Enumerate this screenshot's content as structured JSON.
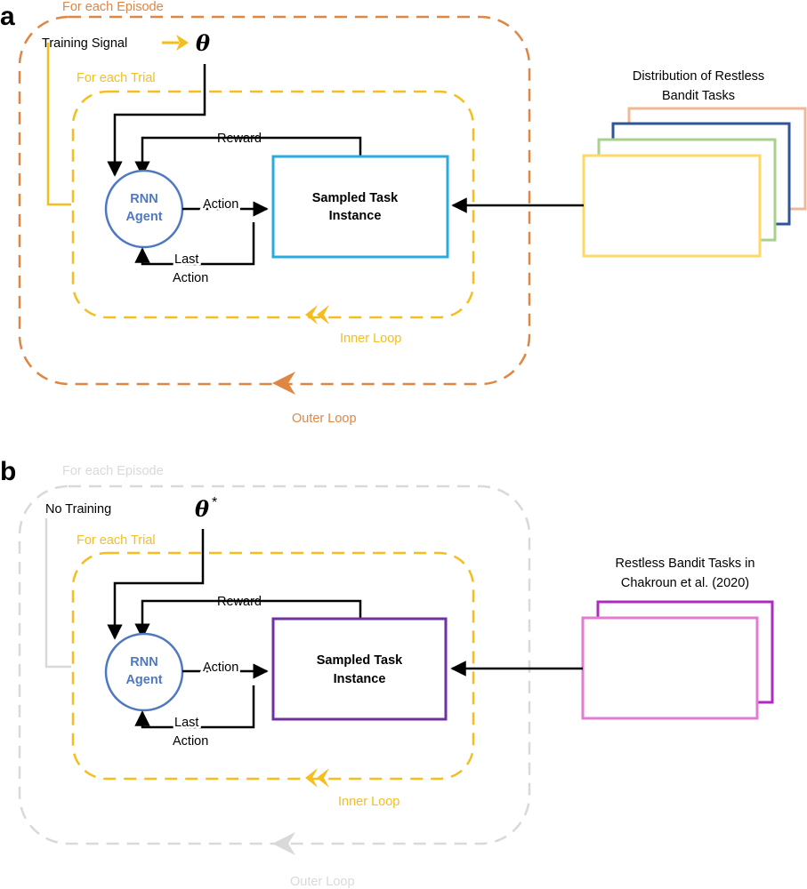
{
  "colors": {
    "episode_orange": "#de8643",
    "trial_yellow": "#f6bd1e",
    "agent_blue": "#4e78c0",
    "task_cyan": "#29abe2",
    "task_purple": "#7030a0",
    "faded_gray": "#d9d9d9",
    "dist_peach": "#f2b896",
    "dist_navy": "#2f5597",
    "dist_green": "#a9d18e",
    "dist_yellow": "#ffd966",
    "paper_magenta": "#b02ac0",
    "paper_pink": "#e27bd3"
  },
  "panel_a": {
    "letter": "a",
    "episode_label": "For each Episode",
    "training_label": "Training Signal",
    "theta": "θ",
    "trial_label": "For each Trial",
    "reward_label": "Reward",
    "agent_line1": "RNN",
    "agent_line2": "Agent",
    "action_label": "Action",
    "last_action_line1": "Last",
    "last_action_line2": "Action",
    "task_line1": "Sampled Task",
    "task_line2": "Instance",
    "inner_loop_label": "Inner Loop",
    "outer_loop_label": "Outer Loop",
    "dist_line1": "Distribution of Restless",
    "dist_line2": "Bandit Tasks"
  },
  "panel_b": {
    "letter": "b",
    "episode_label": "For each Episode",
    "training_label": "No Training",
    "theta": "θ",
    "theta_sup": "*",
    "trial_label": "For each Trial",
    "reward_label": "Reward",
    "agent_line1": "RNN",
    "agent_line2": "Agent",
    "action_label": "Action",
    "last_action_line1": "Last",
    "last_action_line2": "Action",
    "task_line1": "Sampled Task",
    "task_line2": "Instance",
    "inner_loop_label": "Inner Loop",
    "outer_loop_label": "Outer Loop",
    "tasks_line1": "Restless Bandit Tasks in",
    "tasks_line2": "Chakroun et al. (2020)"
  }
}
